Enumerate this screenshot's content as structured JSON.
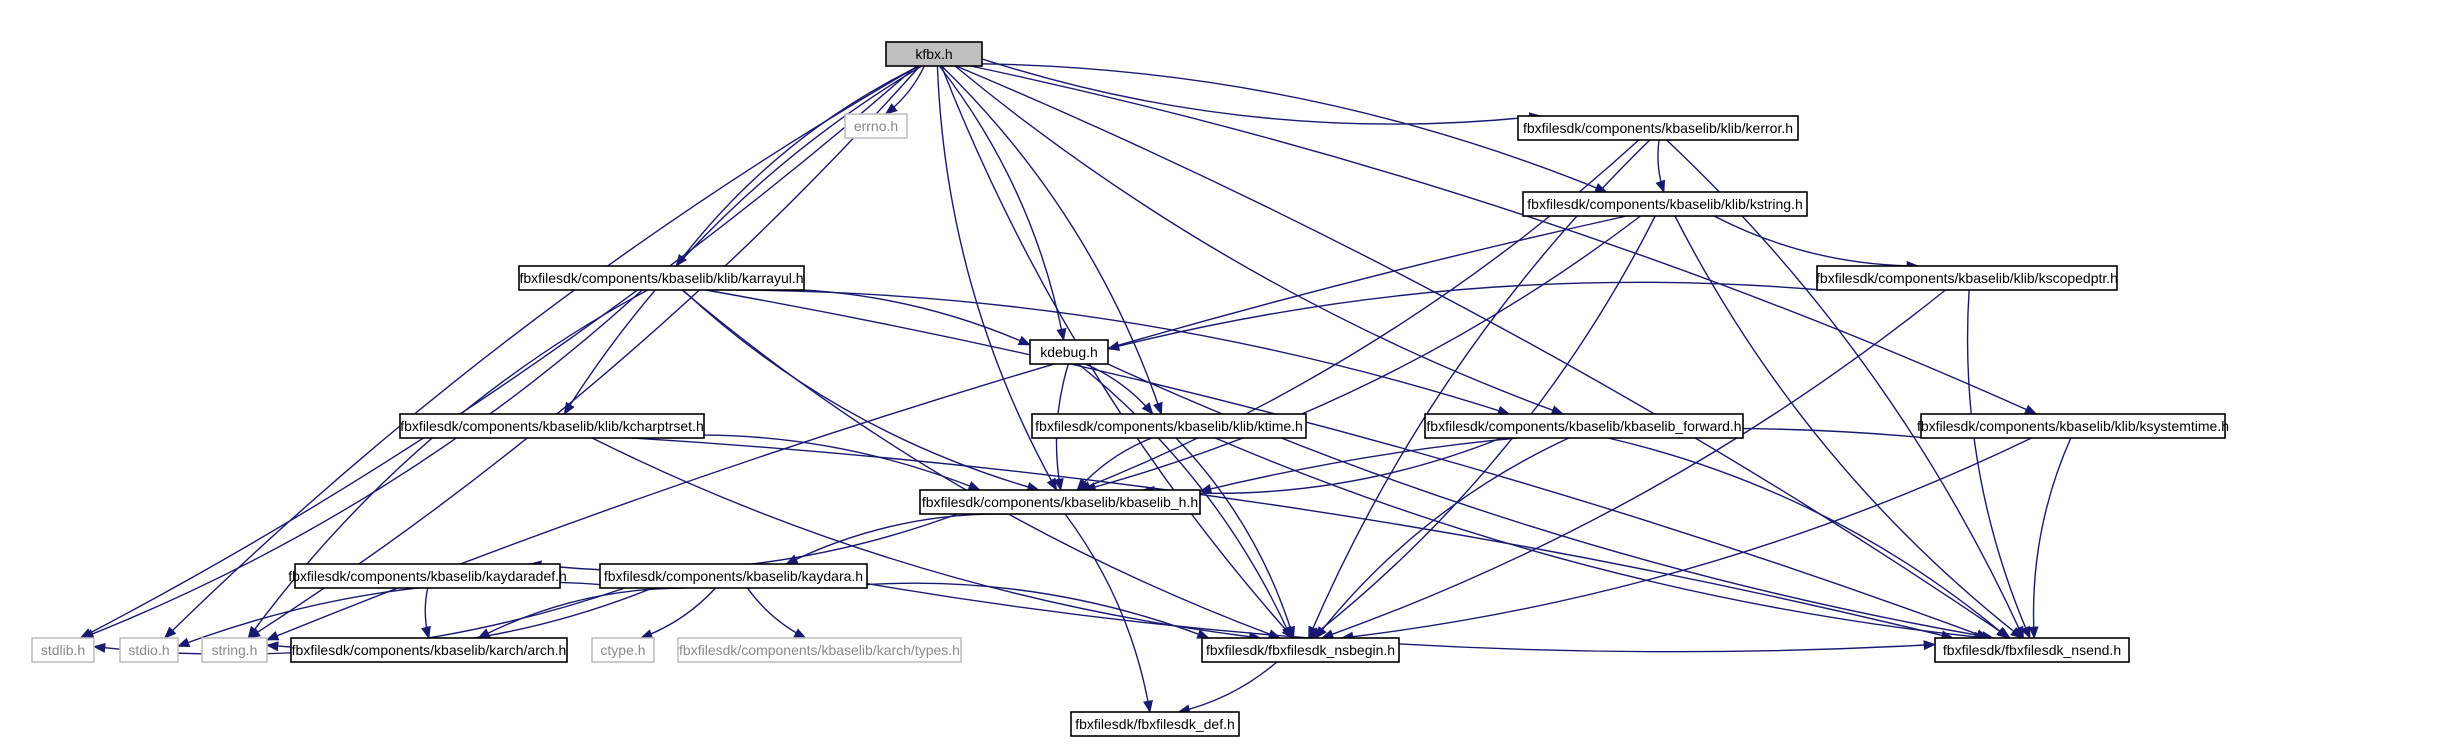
{
  "graph": {
    "nodes": [
      {
        "id": "kfbx",
        "label": "kfbx.h",
        "kind": "root"
      },
      {
        "id": "errno",
        "label": "errno.h",
        "kind": "ext"
      },
      {
        "id": "kerror",
        "label": "fbxfilesdk/components/kbaselib/klib/kerror.h",
        "kind": "file"
      },
      {
        "id": "kstring",
        "label": "fbxfilesdk/components/kbaselib/klib/kstring.h",
        "kind": "file"
      },
      {
        "id": "karrayul",
        "label": "fbxfilesdk/components/kbaselib/klib/karrayul.h",
        "kind": "file"
      },
      {
        "id": "kscopedptr",
        "label": "fbxfilesdk/components/kbaselib/klib/kscopedptr.h",
        "kind": "file"
      },
      {
        "id": "kdebug",
        "label": "kdebug.h",
        "kind": "file"
      },
      {
        "id": "kcharptrset",
        "label": "fbxfilesdk/components/kbaselib/klib/kcharptrset.h",
        "kind": "file"
      },
      {
        "id": "ktime",
        "label": "fbxfilesdk/components/kbaselib/klib/ktime.h",
        "kind": "file"
      },
      {
        "id": "kbaselib_forward",
        "label": "fbxfilesdk/components/kbaselib/kbaselib_forward.h",
        "kind": "file"
      },
      {
        "id": "ksystemtime",
        "label": "fbxfilesdk/components/kbaselib/klib/ksystemtime.h",
        "kind": "file"
      },
      {
        "id": "kbaselib_h",
        "label": "fbxfilesdk/components/kbaselib/kbaselib_h.h",
        "kind": "file"
      },
      {
        "id": "kaydaradef",
        "label": "fbxfilesdk/components/kbaselib/kaydaradef.h",
        "kind": "file"
      },
      {
        "id": "kaydara",
        "label": "fbxfilesdk/components/kbaselib/kaydara.h",
        "kind": "file"
      },
      {
        "id": "stdlib",
        "label": "stdlib.h",
        "kind": "ext"
      },
      {
        "id": "stdio",
        "label": "stdio.h",
        "kind": "ext"
      },
      {
        "id": "string",
        "label": "string.h",
        "kind": "ext"
      },
      {
        "id": "arch",
        "label": "fbxfilesdk/components/kbaselib/karch/arch.h",
        "kind": "file"
      },
      {
        "id": "ctype",
        "label": "ctype.h",
        "kind": "ext"
      },
      {
        "id": "types",
        "label": "fbxfilesdk/components/kbaselib/karch/types.h",
        "kind": "ext"
      },
      {
        "id": "nsbegin",
        "label": "fbxfilesdk/fbxfilesdk_nsbegin.h",
        "kind": "file"
      },
      {
        "id": "nsend",
        "label": "fbxfilesdk/fbxfilesdk_nsend.h",
        "kind": "file"
      },
      {
        "id": "def",
        "label": "fbxfilesdk/fbxfilesdk_def.h",
        "kind": "file"
      }
    ],
    "edges": [
      [
        "kfbx",
        "errno"
      ],
      [
        "kfbx",
        "kerror"
      ],
      [
        "kfbx",
        "kstring"
      ],
      [
        "kfbx",
        "karrayul"
      ],
      [
        "kfbx",
        "kdebug"
      ],
      [
        "kfbx",
        "kcharptrset"
      ],
      [
        "kfbx",
        "ktime"
      ],
      [
        "kfbx",
        "kbaselib_forward"
      ],
      [
        "kfbx",
        "ksystemtime"
      ],
      [
        "kfbx",
        "kbaselib_h"
      ],
      [
        "kfbx",
        "stdlib"
      ],
      [
        "kfbx",
        "stdio"
      ],
      [
        "kfbx",
        "string"
      ],
      [
        "kfbx",
        "nsbegin"
      ],
      [
        "kfbx",
        "nsend"
      ],
      [
        "kerror",
        "kstring"
      ],
      [
        "kerror",
        "kbaselib_h"
      ],
      [
        "kerror",
        "nsbegin"
      ],
      [
        "kerror",
        "nsend"
      ],
      [
        "kstring",
        "kscopedptr"
      ],
      [
        "kstring",
        "kbaselib_h"
      ],
      [
        "kstring",
        "string"
      ],
      [
        "kstring",
        "nsbegin"
      ],
      [
        "kstring",
        "nsend"
      ],
      [
        "karrayul",
        "kdebug"
      ],
      [
        "karrayul",
        "kbaselib_h"
      ],
      [
        "karrayul",
        "stdlib"
      ],
      [
        "karrayul",
        "string"
      ],
      [
        "karrayul",
        "kbaselib_forward"
      ],
      [
        "karrayul",
        "nsbegin"
      ],
      [
        "karrayul",
        "nsend"
      ],
      [
        "kscopedptr",
        "kdebug"
      ],
      [
        "kscopedptr",
        "nsbegin"
      ],
      [
        "kscopedptr",
        "nsend"
      ],
      [
        "kdebug",
        "ktime"
      ],
      [
        "kdebug",
        "kbaselib_h"
      ],
      [
        "kdebug",
        "nsbegin"
      ],
      [
        "kdebug",
        "nsend"
      ],
      [
        "kcharptrset",
        "kbaselib_h"
      ],
      [
        "kcharptrset",
        "nsbegin"
      ],
      [
        "kcharptrset",
        "nsend"
      ],
      [
        "ktime",
        "kbaselib_h"
      ],
      [
        "ktime",
        "nsbegin"
      ],
      [
        "ktime",
        "nsend"
      ],
      [
        "kbaselib_forward",
        "kbaselib_h"
      ],
      [
        "kbaselib_forward",
        "nsbegin"
      ],
      [
        "kbaselib_forward",
        "nsend"
      ],
      [
        "ksystemtime",
        "kbaselib_h"
      ],
      [
        "ksystemtime",
        "nsbegin"
      ],
      [
        "ksystemtime",
        "nsend"
      ],
      [
        "kbaselib_h",
        "kaydaradef"
      ],
      [
        "kbaselib_h",
        "kaydara"
      ],
      [
        "kbaselib_h",
        "def"
      ],
      [
        "kaydaradef",
        "arch"
      ],
      [
        "kaydara",
        "stdlib"
      ],
      [
        "kaydara",
        "stdio"
      ],
      [
        "kaydara",
        "string"
      ],
      [
        "kaydara",
        "arch"
      ],
      [
        "kaydara",
        "ctype"
      ],
      [
        "kaydara",
        "types"
      ],
      [
        "kaydara",
        "nsbegin"
      ],
      [
        "kaydara",
        "nsend"
      ],
      [
        "nsbegin",
        "def"
      ]
    ]
  },
  "colors": {
    "edge": "#191970",
    "root_fill": "#bfbfbf",
    "ext_border": "#bfbfbf"
  }
}
